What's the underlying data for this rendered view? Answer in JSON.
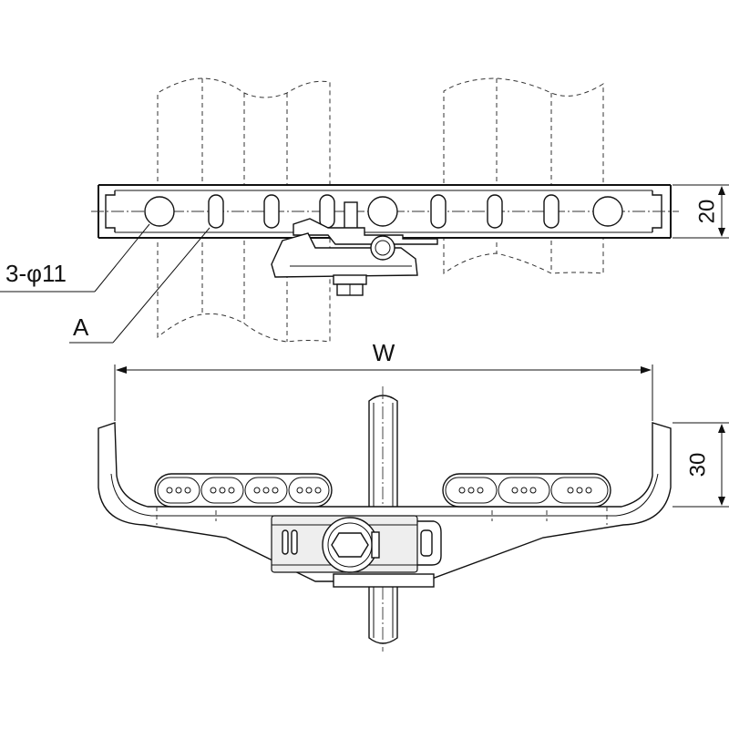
{
  "labels": {
    "hole_callout": "3-φ11",
    "slot_callout": "A",
    "width_dim": "W",
    "height_dim_top": "20",
    "height_dim_bottom": "30"
  }
}
